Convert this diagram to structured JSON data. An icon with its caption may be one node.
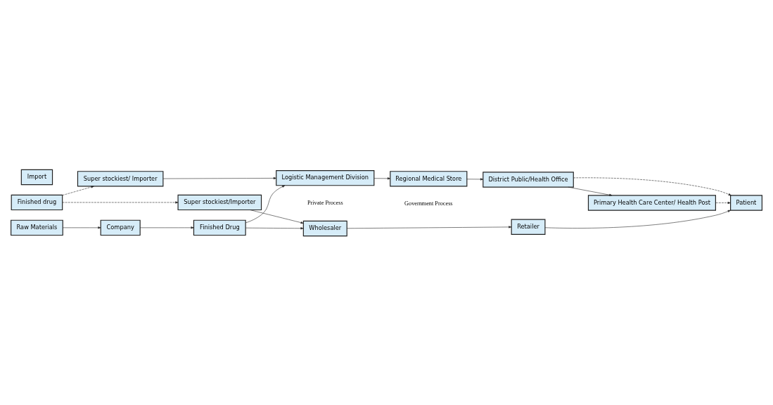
{
  "diagram": {
    "nodes": [
      {
        "text": [
          "Super stockiest/Importer"
        ]
      },
      {
        "text": [
          "Wholesaler"
        ]
      },
      {
        "text": [
          "Retailer"
        ]
      },
      {
        "text": [
          "Import"
        ]
      },
      {
        "text": [
          "Finished drug"
        ]
      },
      {
        "text": [
          "Raw Materials"
        ]
      },
      {
        "text": [
          "Company"
        ]
      },
      {
        "text": [
          "Finished Drug"
        ]
      },
      {
        "text": [
          "Patient"
        ]
      },
      {
        "text": [
          "Super stockiest/ Importer"
        ]
      },
      {
        "text": [
          "Logistic Management Division"
        ]
      },
      {
        "text": [
          "Regional Medical Store"
        ]
      },
      {
        "text": [
          "District Public/Health Office"
        ]
      },
      {
        "text": [
          "Primary Health Care Center/ Health Post"
        ]
      }
    ],
    "edges": [
      {
        "from": 4,
        "to": 0,
        "arrow": "to",
        "style": "dashed"
      },
      {
        "from": 4,
        "to": 9,
        "arrow": "to",
        "style": "dashed"
      },
      {
        "from": 0,
        "to": 1,
        "arrow": "to"
      },
      {
        "from": 1,
        "to": 2,
        "arrow": "to"
      },
      {
        "from": 2,
        "to": 8,
        "arrow": "to"
      },
      {
        "from": 5,
        "to": 6,
        "arrow": "to"
      },
      {
        "from": 6,
        "to": 7,
        "arrow": "to"
      },
      {
        "from": 7,
        "to": 1,
        "arrow": "to"
      },
      {
        "from": 7,
        "to": 10,
        "arrow": "to"
      },
      {
        "from": 9,
        "to": 10,
        "arrow": "to"
      },
      {
        "from": 10,
        "to": 11,
        "arrow": "to"
      },
      {
        "from": 11,
        "to": 12,
        "arrow": "to"
      },
      {
        "from": 12,
        "to": 13,
        "arrow": "to"
      },
      {
        "from": 12,
        "to": 8,
        "arrow": "to",
        "style": "dashed"
      },
      {
        "from": 13,
        "to": 8,
        "arrow": "to",
        "style": "dashed"
      }
    ],
    "labels": [
      "Private Process",
      "Government Process"
    ]
  }
}
